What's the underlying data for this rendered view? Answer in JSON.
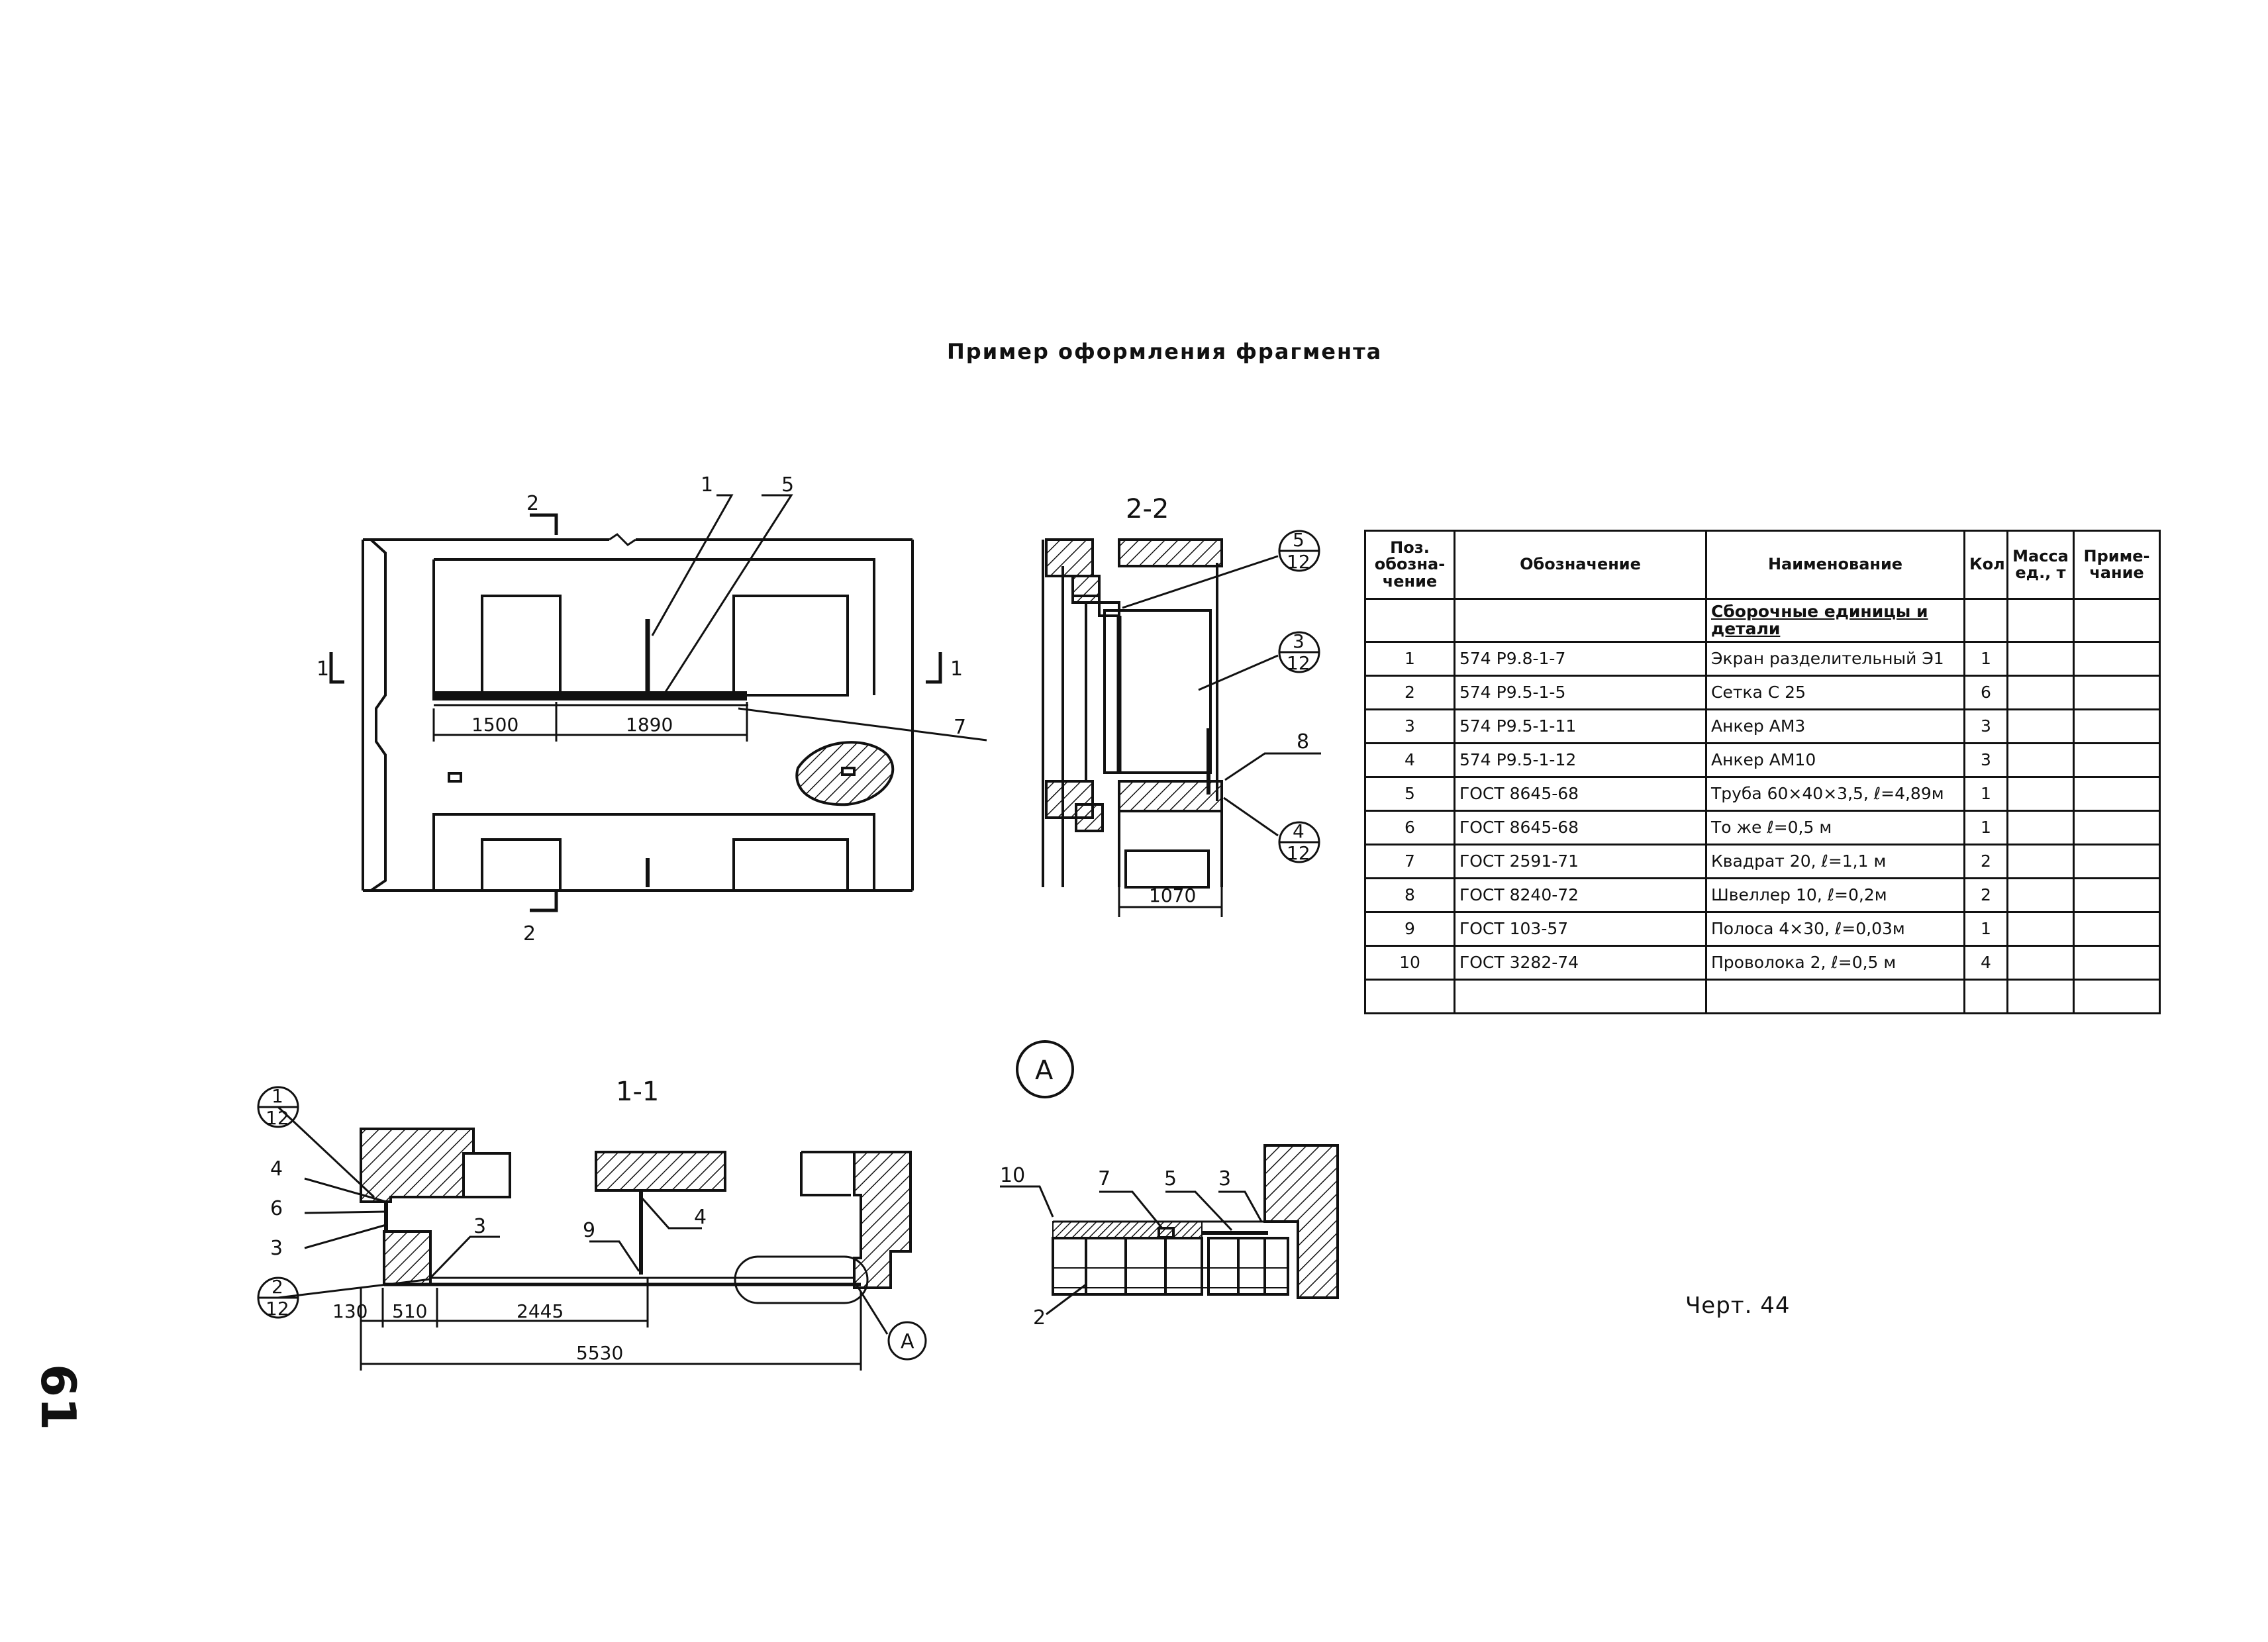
{
  "page_title": "Пример оформления фрагмента",
  "sheet_ref": "Черт. 44",
  "page_number": "61",
  "plan": {
    "cut_marks": [
      "2",
      "2",
      "1",
      "1"
    ],
    "leaders": [
      "1",
      "5",
      "7"
    ],
    "dims": [
      "1500",
      "1890"
    ]
  },
  "section_2_2": {
    "title": "2-2",
    "refs": [
      {
        "num": "5",
        "den": "12"
      },
      {
        "num": "3",
        "den": "12"
      },
      {
        "num": "4",
        "den": "12"
      }
    ],
    "leader": "8",
    "dim": "1070"
  },
  "section_1_1": {
    "title": "1-1",
    "refs": [
      {
        "num": "1",
        "den": "12"
      },
      {
        "num": "2",
        "den": "12"
      }
    ],
    "leaders": [
      "4",
      "6",
      "3",
      "3",
      "9",
      "4"
    ],
    "dims": [
      "130",
      "510",
      "2445",
      "5530"
    ],
    "detail_marker": "А"
  },
  "detail_a": {
    "title": "А",
    "leaders": [
      "10",
      "7",
      "5",
      "3",
      "2"
    ]
  },
  "spec_table": {
    "headers": [
      "Поз. обозна-чение",
      "Обозначение",
      "Наименование",
      "Кол.",
      "Масса ед., т",
      "Приме-чание"
    ],
    "section_title": "Сборочные единицы и детали",
    "rows": [
      [
        "1",
        "574 Р9.8-1-7",
        "Экран разделительный Э1",
        "1",
        "",
        ""
      ],
      [
        "2",
        "574 Р9.5-1-5",
        "Сетка С 25",
        "6",
        "",
        ""
      ],
      [
        "3",
        "574 Р9.5-1-11",
        "Анкер АМ3",
        "3",
        "",
        ""
      ],
      [
        "4",
        "574 Р9.5-1-12",
        "Анкер АМ10",
        "3",
        "",
        ""
      ],
      [
        "5",
        "ГОСТ 8645-68",
        "Труба 60×40×3,5, ℓ=4,89м",
        "1",
        "",
        ""
      ],
      [
        "6",
        "ГОСТ 8645-68",
        "То же ℓ=0,5 м",
        "1",
        "",
        ""
      ],
      [
        "7",
        "ГОСТ 2591-71",
        "Квадрат 20, ℓ=1,1 м",
        "2",
        "",
        ""
      ],
      [
        "8",
        "ГОСТ 8240-72",
        "Швеллер 10, ℓ=0,2м",
        "2",
        "",
        ""
      ],
      [
        "9",
        "ГОСТ 103-57",
        "Полоса 4×30, ℓ=0,03м",
        "1",
        "",
        ""
      ],
      [
        "10",
        "ГОСТ 3282-74",
        "Проволока 2, ℓ=0,5 м",
        "4",
        "",
        ""
      ]
    ]
  }
}
